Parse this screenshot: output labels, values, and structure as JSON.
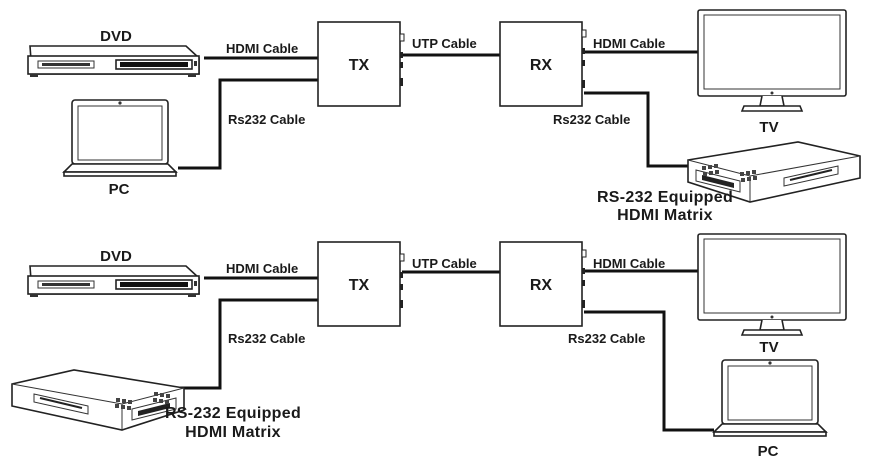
{
  "diagrams": [
    {
      "tx_label": "TX",
      "rx_label": "RX",
      "source_label": "DVD",
      "source_cable": "HDMI Cable",
      "link_cable": "UTP Cable",
      "output_cable": "HDMI Cable",
      "display_label": "TV",
      "control_in_cable": "Rs232 Cable",
      "control_out_cable": "Rs232 Cable",
      "controller_in_label": "PC",
      "controller_out_label_line1": "RS-232 Equipped",
      "controller_out_label_line2": "HDMI Matrix"
    },
    {
      "tx_label": "TX",
      "rx_label": "RX",
      "source_label": "DVD",
      "source_cable": "HDMI Cable",
      "link_cable": "UTP Cable",
      "output_cable": "HDMI Cable",
      "display_label": "TV",
      "control_in_cable": "Rs232 Cable",
      "control_out_cable": "Rs232 Cable",
      "controller_in_label_line1": "RS-232 Equipped",
      "controller_in_label_line2": "HDMI Matrix",
      "controller_out_label": "PC"
    }
  ]
}
